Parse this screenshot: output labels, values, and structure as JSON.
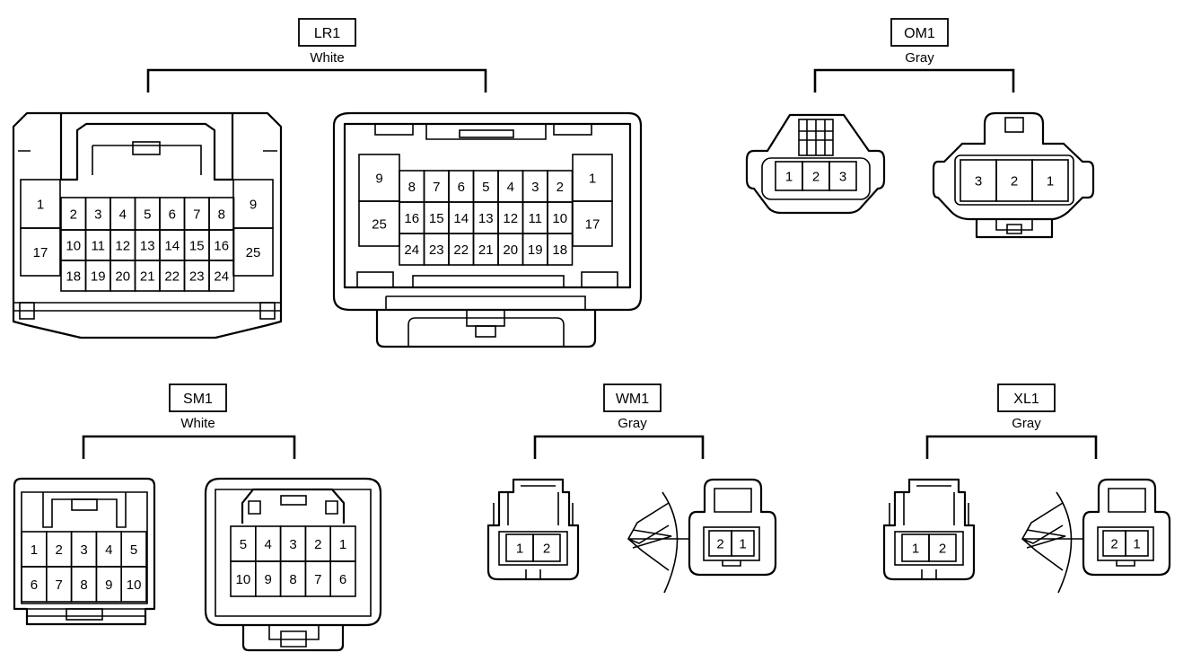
{
  "connectors": [
    {
      "id": "LR1",
      "color": "White",
      "left_view": {
        "rows": [
          [
            "1",
            "2",
            "3",
            "4",
            "5",
            "6",
            "7",
            "8",
            "9"
          ],
          [
            "17",
            "10",
            "11",
            "12",
            "13",
            "14",
            "15",
            "16",
            "25"
          ],
          [
            "18",
            "19",
            "20",
            "21",
            "22",
            "23",
            "24"
          ]
        ]
      },
      "right_view": {
        "rows": [
          [
            "9",
            "8",
            "7",
            "6",
            "5",
            "4",
            "3",
            "2",
            "1"
          ],
          [
            "25",
            "16",
            "15",
            "14",
            "13",
            "12",
            "11",
            "10",
            "17"
          ],
          [
            "24",
            "23",
            "22",
            "21",
            "20",
            "19",
            "18"
          ]
        ]
      }
    },
    {
      "id": "OM1",
      "color": "Gray",
      "left_view": {
        "pins": [
          "1",
          "2",
          "3"
        ]
      },
      "right_view": {
        "pins": [
          "3",
          "2",
          "1"
        ]
      }
    },
    {
      "id": "SM1",
      "color": "White",
      "left_view": {
        "rows": [
          [
            "1",
            "2",
            "3",
            "4",
            "5"
          ],
          [
            "6",
            "7",
            "8",
            "9",
            "10"
          ]
        ]
      },
      "right_view": {
        "rows": [
          [
            "5",
            "4",
            "3",
            "2",
            "1"
          ],
          [
            "10",
            "9",
            "8",
            "7",
            "6"
          ]
        ]
      }
    },
    {
      "id": "WM1",
      "color": "Gray",
      "left_view": {
        "pins": [
          "1",
          "2"
        ]
      },
      "right_view": {
        "pins": [
          "2",
          "1"
        ]
      }
    },
    {
      "id": "XL1",
      "color": "Gray",
      "left_view": {
        "pins": [
          "1",
          "2"
        ]
      },
      "right_view": {
        "pins": [
          "2",
          "1"
        ]
      }
    }
  ]
}
